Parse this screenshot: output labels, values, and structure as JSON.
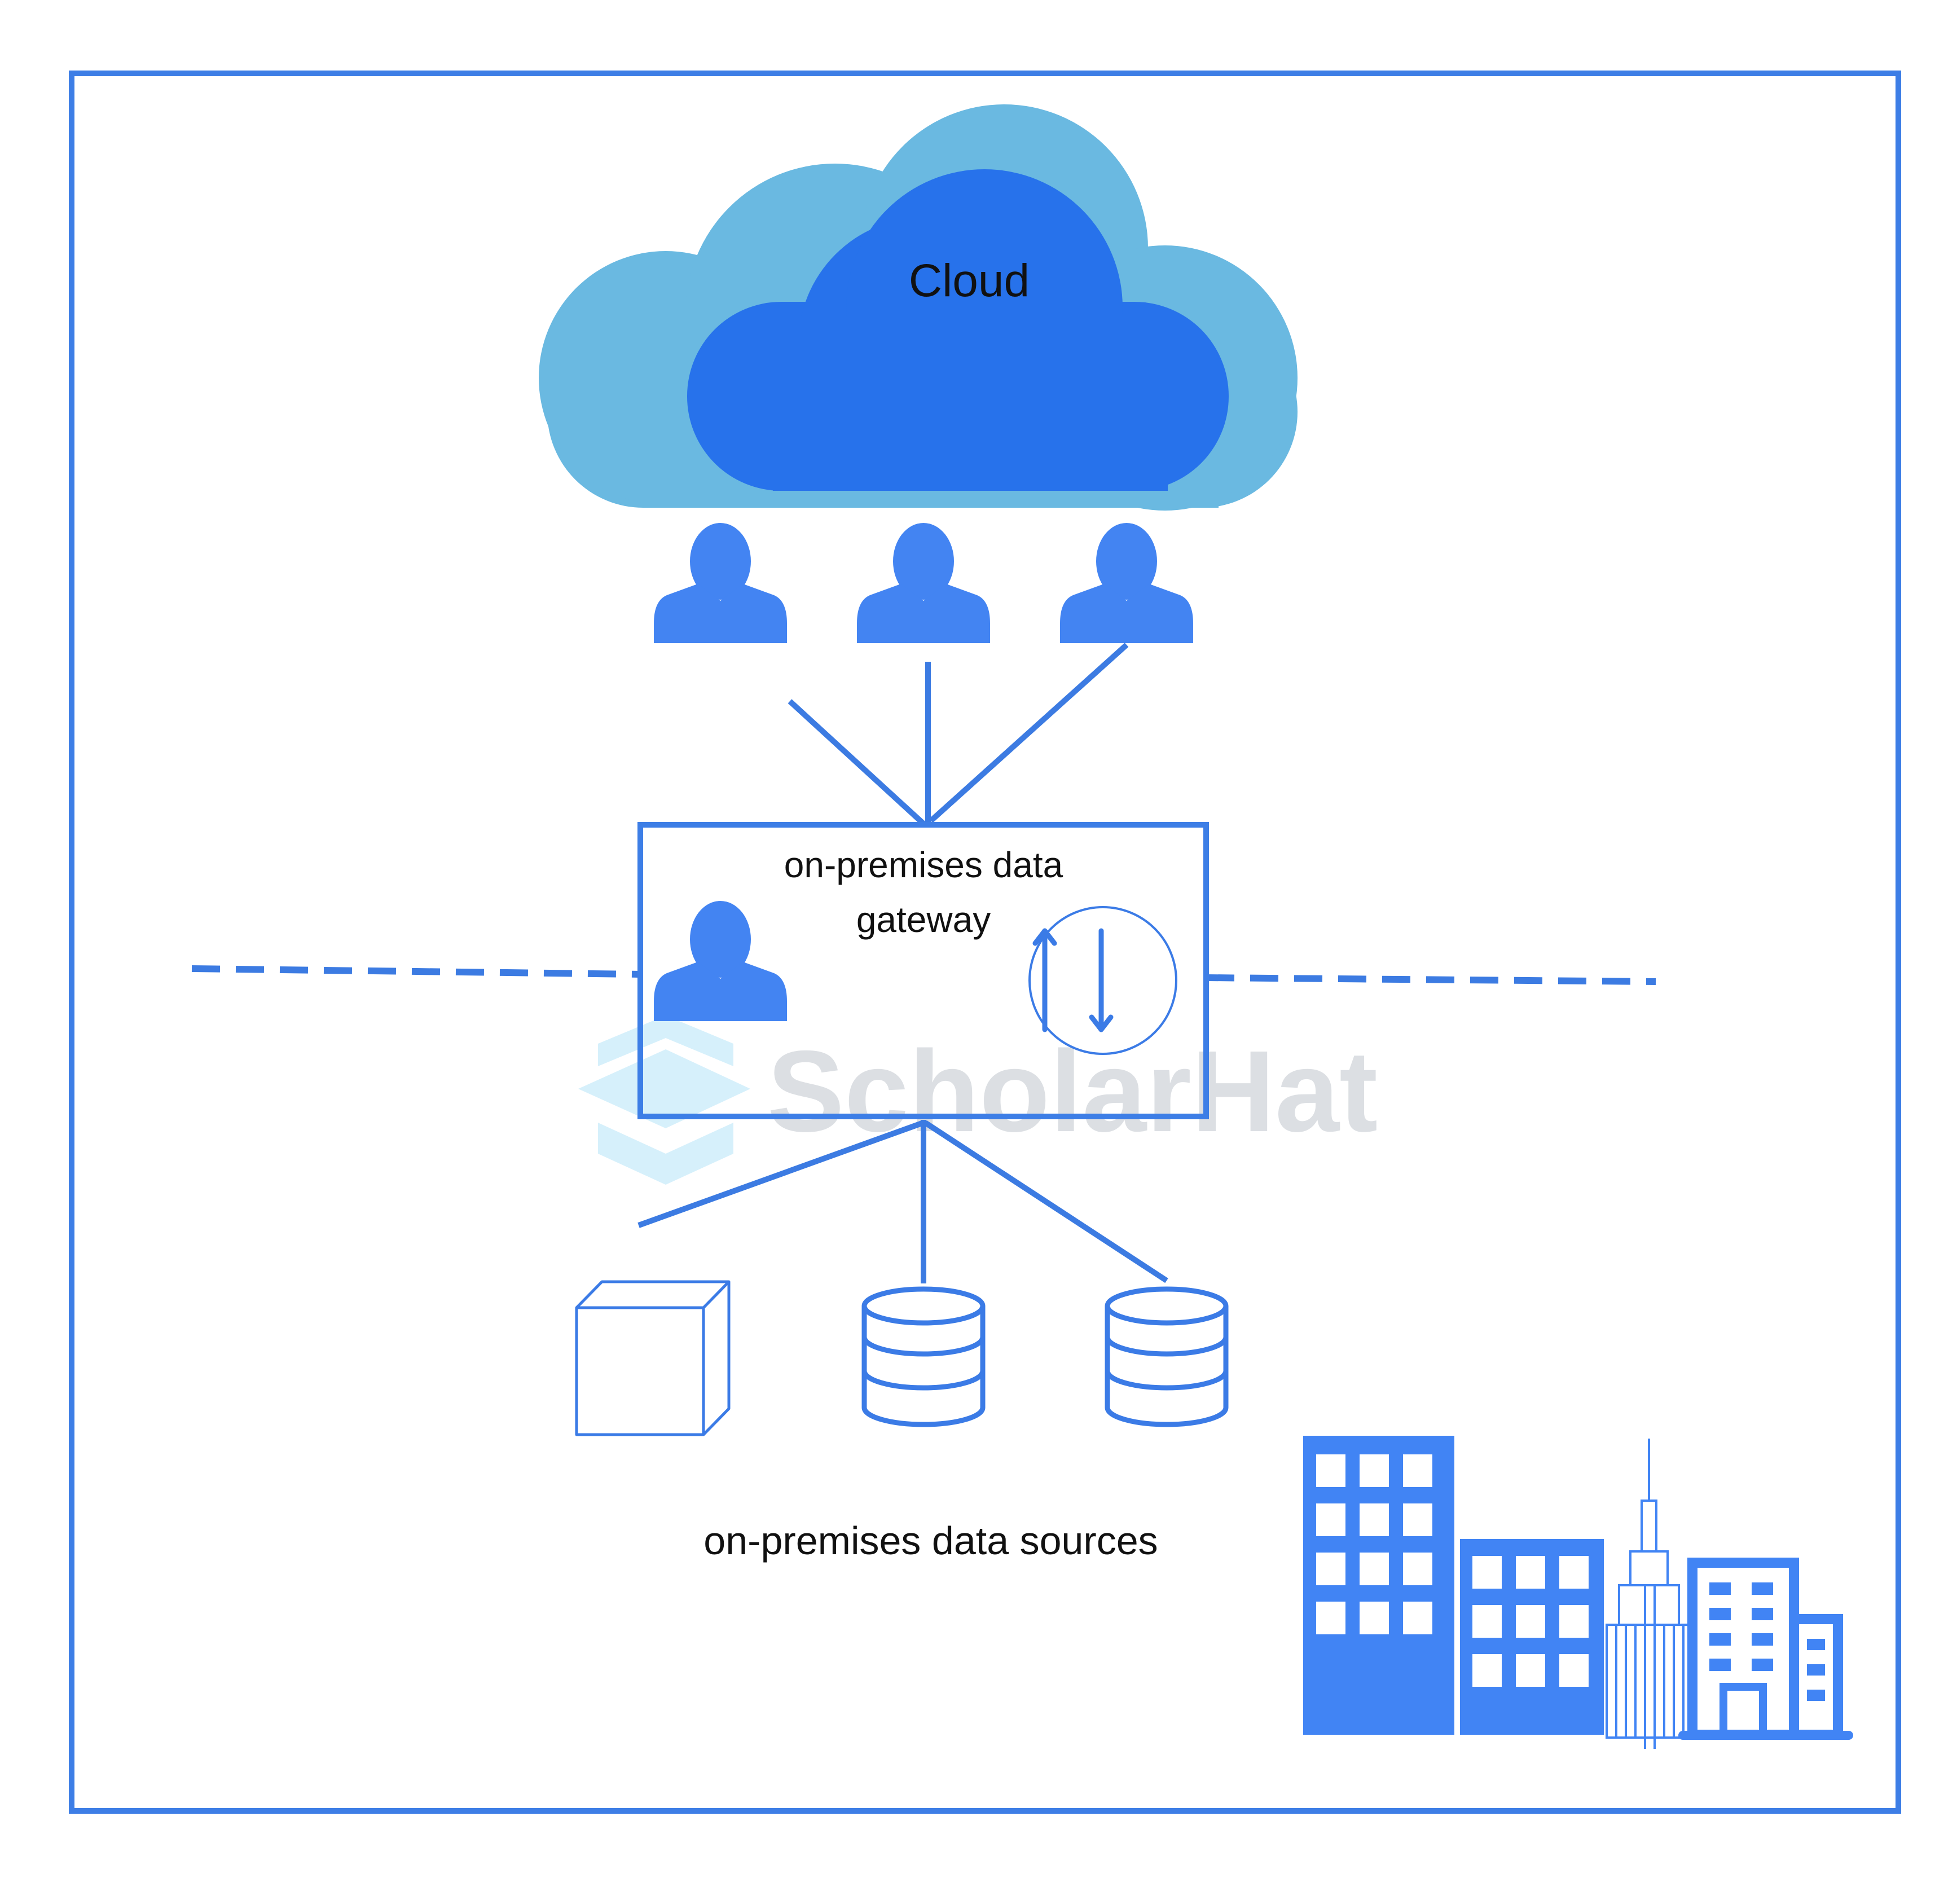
{
  "diagram": {
    "cloud_label": "Cloud",
    "gateway_label_line1": "on-premises data",
    "gateway_label_line2": "gateway",
    "sources_label": "on-premises data sources",
    "watermark": "ScholarHat"
  },
  "colors": {
    "frame": "#3d7ee6",
    "cloud_outer": "#6ab9e1",
    "cloud_inner": "#2772eb",
    "person": "#4384f2",
    "line": "#3c7be2",
    "icon_stroke": "#3b7be6",
    "building": "#4184f4",
    "watermark_text": "#dcdfe3",
    "watermark_logo": "#d6f0fb"
  },
  "icons": [
    "cloud-icon",
    "user-icon",
    "sync-arrows-icon",
    "cube-icon",
    "database-icon",
    "buildings-icon"
  ]
}
